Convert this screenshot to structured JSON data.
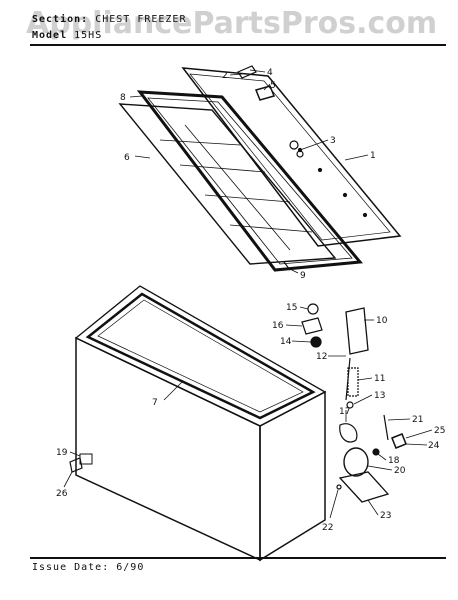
{
  "watermark": "AppliancePartsPros.com",
  "header": {
    "section_label": "Section:",
    "section_value": "CHEST FREEZER",
    "model_label": "Model",
    "model_value": "15HS"
  },
  "footer": {
    "issue_date_label": "Issue Date:",
    "issue_date_value": "6/90"
  },
  "callouts": [
    "1",
    "2",
    "3",
    "4",
    "5",
    "6",
    "7",
    "8",
    "9",
    "10",
    "11",
    "12",
    "13",
    "14",
    "15",
    "16",
    "17",
    "18",
    "19",
    "20",
    "21",
    "22",
    "23",
    "24",
    "25",
    "26"
  ]
}
